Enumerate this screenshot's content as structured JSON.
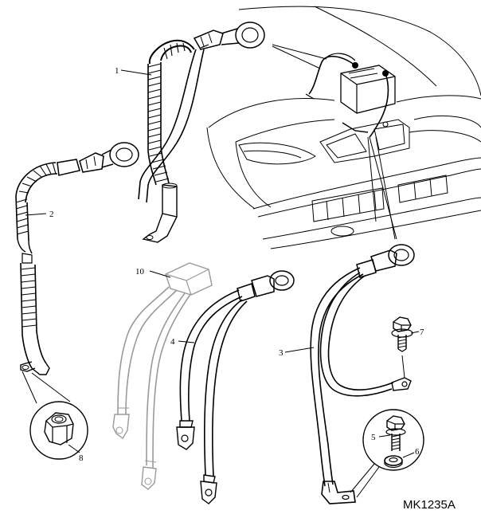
{
  "diagram": {
    "drawing_code": "MK1235A",
    "callouts": [
      {
        "id": "c1",
        "label": "1"
      },
      {
        "id": "c2",
        "label": "2"
      },
      {
        "id": "c3",
        "label": "3"
      },
      {
        "id": "c4",
        "label": "4"
      },
      {
        "id": "c5",
        "label": "5"
      },
      {
        "id": "c6",
        "label": "6"
      },
      {
        "id": "c7",
        "label": "7"
      },
      {
        "id": "c8",
        "label": "8"
      },
      {
        "id": "c10",
        "label": "10"
      }
    ]
  }
}
